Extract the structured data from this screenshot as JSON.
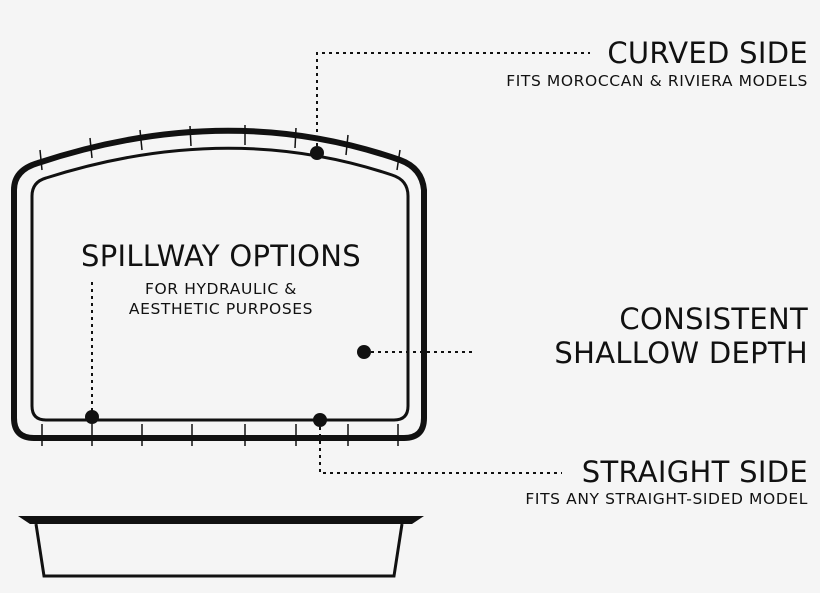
{
  "spillway": {
    "title": "SPILLWAY OPTIONS",
    "subtitle_line1": "FOR HYDRAULIC &",
    "subtitle_line2": "AESTHETIC PURPOSES"
  },
  "curved_side": {
    "title": "CURVED SIDE",
    "subtitle": "FITS MOROCCAN & RIVIERA MODELS"
  },
  "depth": {
    "line1": "CONSISTENT",
    "line2": "SHALLOW DEPTH"
  },
  "straight_side": {
    "title": "STRAIGHT SIDE",
    "subtitle": "FITS ANY STRAIGHT-SIDED MODEL"
  },
  "colors": {
    "ink": "#111111",
    "background": "#f5f5f5"
  }
}
